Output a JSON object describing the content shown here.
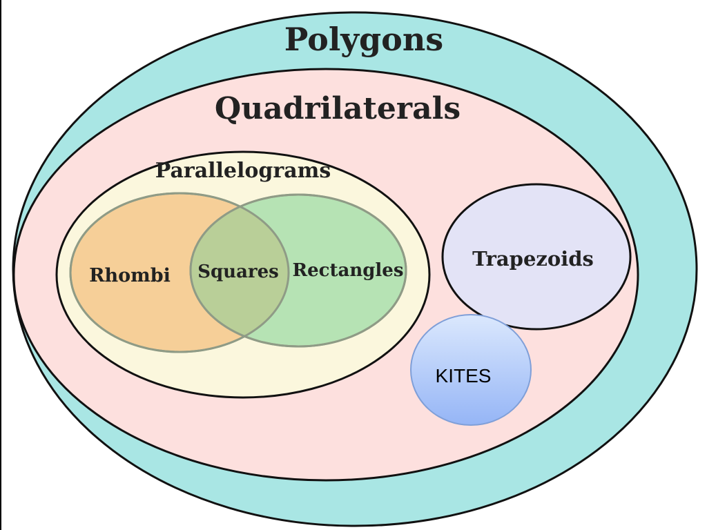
{
  "diagram": {
    "labels": {
      "polygons": "Polygons",
      "quadrilaterals": "Quadrilaterals",
      "parallelograms": "Parallelograms",
      "rhombi": "Rhombi",
      "squares": "Squares",
      "rectangles": "Rectangles",
      "trapezoids": "Trapezoids",
      "kites": "KITES"
    },
    "colors": {
      "polygons_fill": "#a9e6e4",
      "quadrilaterals_fill": "#fde0de",
      "parallelograms_fill": "#fbf7dd",
      "rhombi_fill": "#f6cf98",
      "rectangles_fill": "#b6e3b4",
      "squares_fill": "#b9cf98",
      "trapezoids_fill": "#e3e3f6",
      "kites_fill_top": "#dbe8fd",
      "kites_fill_bottom": "#95b5f6",
      "outline": "#111111"
    }
  }
}
